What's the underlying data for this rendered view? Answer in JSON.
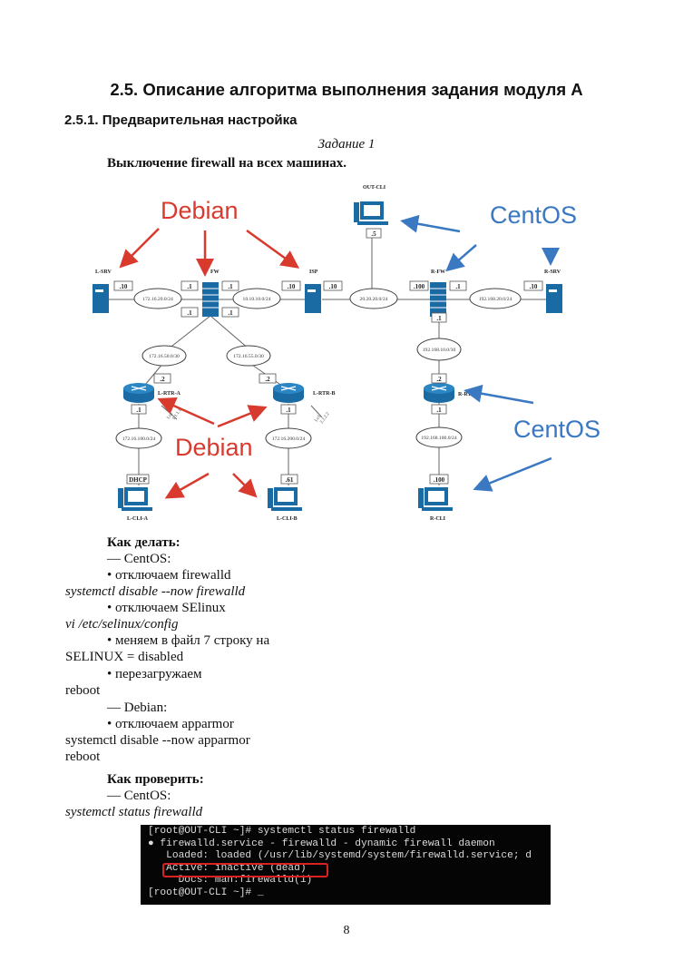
{
  "heading": "2.5. Описание алгоритма выполнения задания модуля А",
  "subheading": "2.5.1. Предварительная настройка",
  "task_label": "Задание 1",
  "task_title": "Выключение firewall на всех машинах.",
  "diagram": {
    "os_labels": {
      "debian_top": "Debian",
      "debian_bottom": "Debian",
      "centos_top": "CentOS",
      "centos_bottom": "CentOS"
    },
    "colors": {
      "debian": "#d93a2e",
      "centos": "#3a78c2",
      "device": "#1a6aa3"
    },
    "nodes": {
      "l_srv": "L-SRV",
      "fw": "FW",
      "isp": "ISP",
      "out_cli": "OUT-CLI",
      "r_fw": "R-FW",
      "r_srv": "R-SRV",
      "l_rtr_a": "L-RTR-A",
      "l_rtr_b": "L-RTR-B",
      "r_rtr": "R-RTR",
      "l_cli_a": "L-CLI-A",
      "l_cli_b": "L-CLI-B",
      "r_cli": "R-CLI"
    },
    "networks": {
      "n1": "172.16.20.0/24",
      "n2": "10.10.10.0/24",
      "n3": "20.20.20.0/24",
      "n4": "192.168.20.0/24",
      "n5": "172.16.50.0/30",
      "n6": "172.16.55.0/30",
      "n7": "192.168.10.0/30",
      "n8": "172.16.100.0/24",
      "n9": "172.16.200.0/24",
      "n10": "192.168.100.0/24"
    },
    "addresses": {
      "l_srv": ".10",
      "fw_left": ".1",
      "fw_right": ".1",
      "fw_bl": ".1",
      "fw_br": ".1",
      "isp_left": ".10",
      "isp_right": ".10",
      "out_cli": ".5",
      "r_fw_left": ".100",
      "r_fw_right": ".1",
      "r_fw_bottom": ".1",
      "r_srv": ".10",
      "l_rtr_a_top": ".2",
      "l_rtr_a_bottom": ".1",
      "l_rtr_b_top": ".2",
      "l_rtr_b_bottom": ".1",
      "r_rtr_top": ".2",
      "r_rtr_bottom": ".1",
      "l_cli_a": "DHCP",
      "l_cli_b": ".61",
      "r_cli": ".100"
    },
    "loopbacks": {
      "a_name": "Lo1",
      "a_ip": "1.1.1.1",
      "b_name": "Lo1",
      "b_ip": "2.2.2.2"
    }
  },
  "how_to": {
    "title": "Как делать:",
    "centos_label": "— CentOS:",
    "step1": "• отключаем firewalld",
    "cmd1": "systemctl disable --now firewalld",
    "step2": "• отключаем SElinux",
    "cmd2": "vi /etc/selinux/config",
    "step3": "• меняем в файл 7 строку на",
    "cmd3": "SELINUX = disabled",
    "step4": "• перезагружаем",
    "cmd4": "reboot",
    "debian_label": "— Debian:",
    "step5": "• отключаем apparmor",
    "cmd5": "systemctl disable --now apparmor",
    "cmd6": "reboot"
  },
  "how_check": {
    "title": "Как проверить:",
    "centos_label": "— CentOS:",
    "cmd": "systemctl status firewalld"
  },
  "terminal": {
    "lines": [
      "[root@OUT-CLI ~]# systemctl status firewalld",
      "● firewalld.service - firewalld - dynamic firewall daemon",
      "   Loaded: loaded (/usr/lib/systemd/system/firewalld.service; d",
      "   Active: inactive (dead)",
      "     Docs: man:firewalld(1)",
      "[root@OUT-CLI ~]# _"
    ],
    "highlight_color": "#d92323"
  },
  "page_number": "8"
}
